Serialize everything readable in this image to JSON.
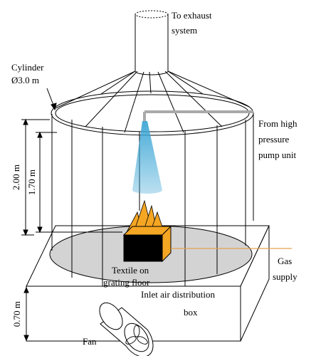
{
  "labels": {
    "exhaust": [
      "To exhaust",
      "system"
    ],
    "cylinder": [
      "Cylinder",
      "Ø3.0 m"
    ],
    "pump": [
      "From high",
      "pressure",
      "pump unit"
    ],
    "height_200": "2.00 m",
    "height_170": "1.70 m",
    "height_070": "0.70 m",
    "textile": [
      "Textile on",
      "grating floor"
    ],
    "gas": [
      "Gas",
      "supply"
    ],
    "inlet": [
      "Inlet air distribution",
      "box"
    ],
    "fan": "Fan"
  },
  "colors": {
    "spray": "#3fa7d6",
    "flame": "#f5a623",
    "floor": "#d3d3d3",
    "pipe": "#a9a9a9",
    "gas_line": "#e8a050",
    "textile": "#000000"
  }
}
